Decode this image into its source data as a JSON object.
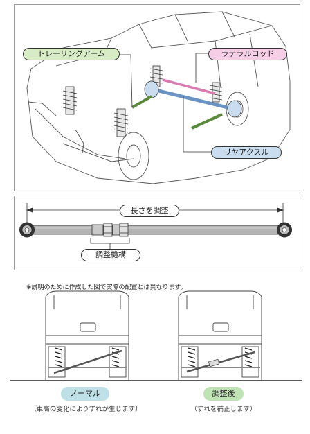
{
  "labels": {
    "trailing_arm": "トレーリングアーム",
    "lateral_rod": "ラテラルロッド",
    "rear_axle": "リヤアクスル"
  },
  "rod_panel": {
    "length_adjust": "長さを調整",
    "adjust_mechanism": "調整機構"
  },
  "disclaimer": "※説明のために作成した図で実際の配置とは異なります。",
  "comparison": {
    "normal": {
      "label": "ノーマル",
      "caption": "〔車高の変化によりずれが生じます〕"
    },
    "adjusted": {
      "label": "調整後",
      "caption": "（ずれを補正します）"
    }
  },
  "colors": {
    "trailing_arm": "#d7ecc4",
    "lateral_rod": "#f6cfe6",
    "rear_axle": "#c9ddef",
    "normal_pill": "#bfe0e6",
    "adjusted_pill": "#bfe3b4",
    "frame_gray": "#b4b4b4"
  }
}
